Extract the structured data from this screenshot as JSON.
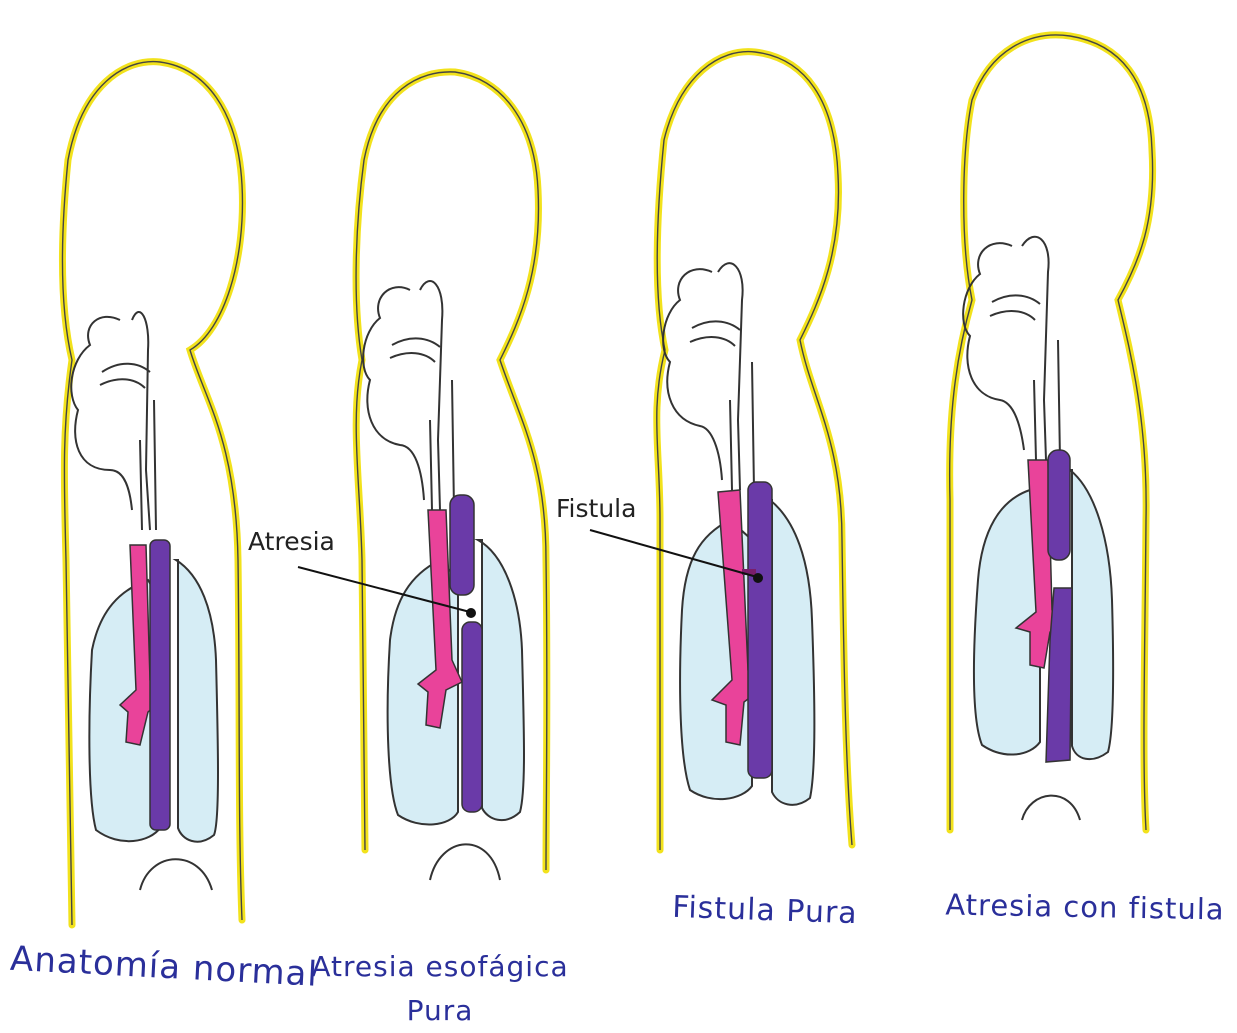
{
  "panels": [
    {
      "id": "normal",
      "caption": "Anatomía normal"
    },
    {
      "id": "atresia",
      "caption": "Atresia esofágica Pura"
    },
    {
      "id": "fistula",
      "caption": "Fistula Pura"
    },
    {
      "id": "atresia-fistula",
      "caption": "Atresia con fistula"
    }
  ],
  "callouts": {
    "atresia": "Atresia",
    "fistula": "Fistula"
  },
  "colors": {
    "outline": "#f2e21c",
    "trachea": "#e9439a",
    "esophagus": "#6a3aa8",
    "lung": "#d6edf5",
    "text": "#2a2f9a"
  }
}
